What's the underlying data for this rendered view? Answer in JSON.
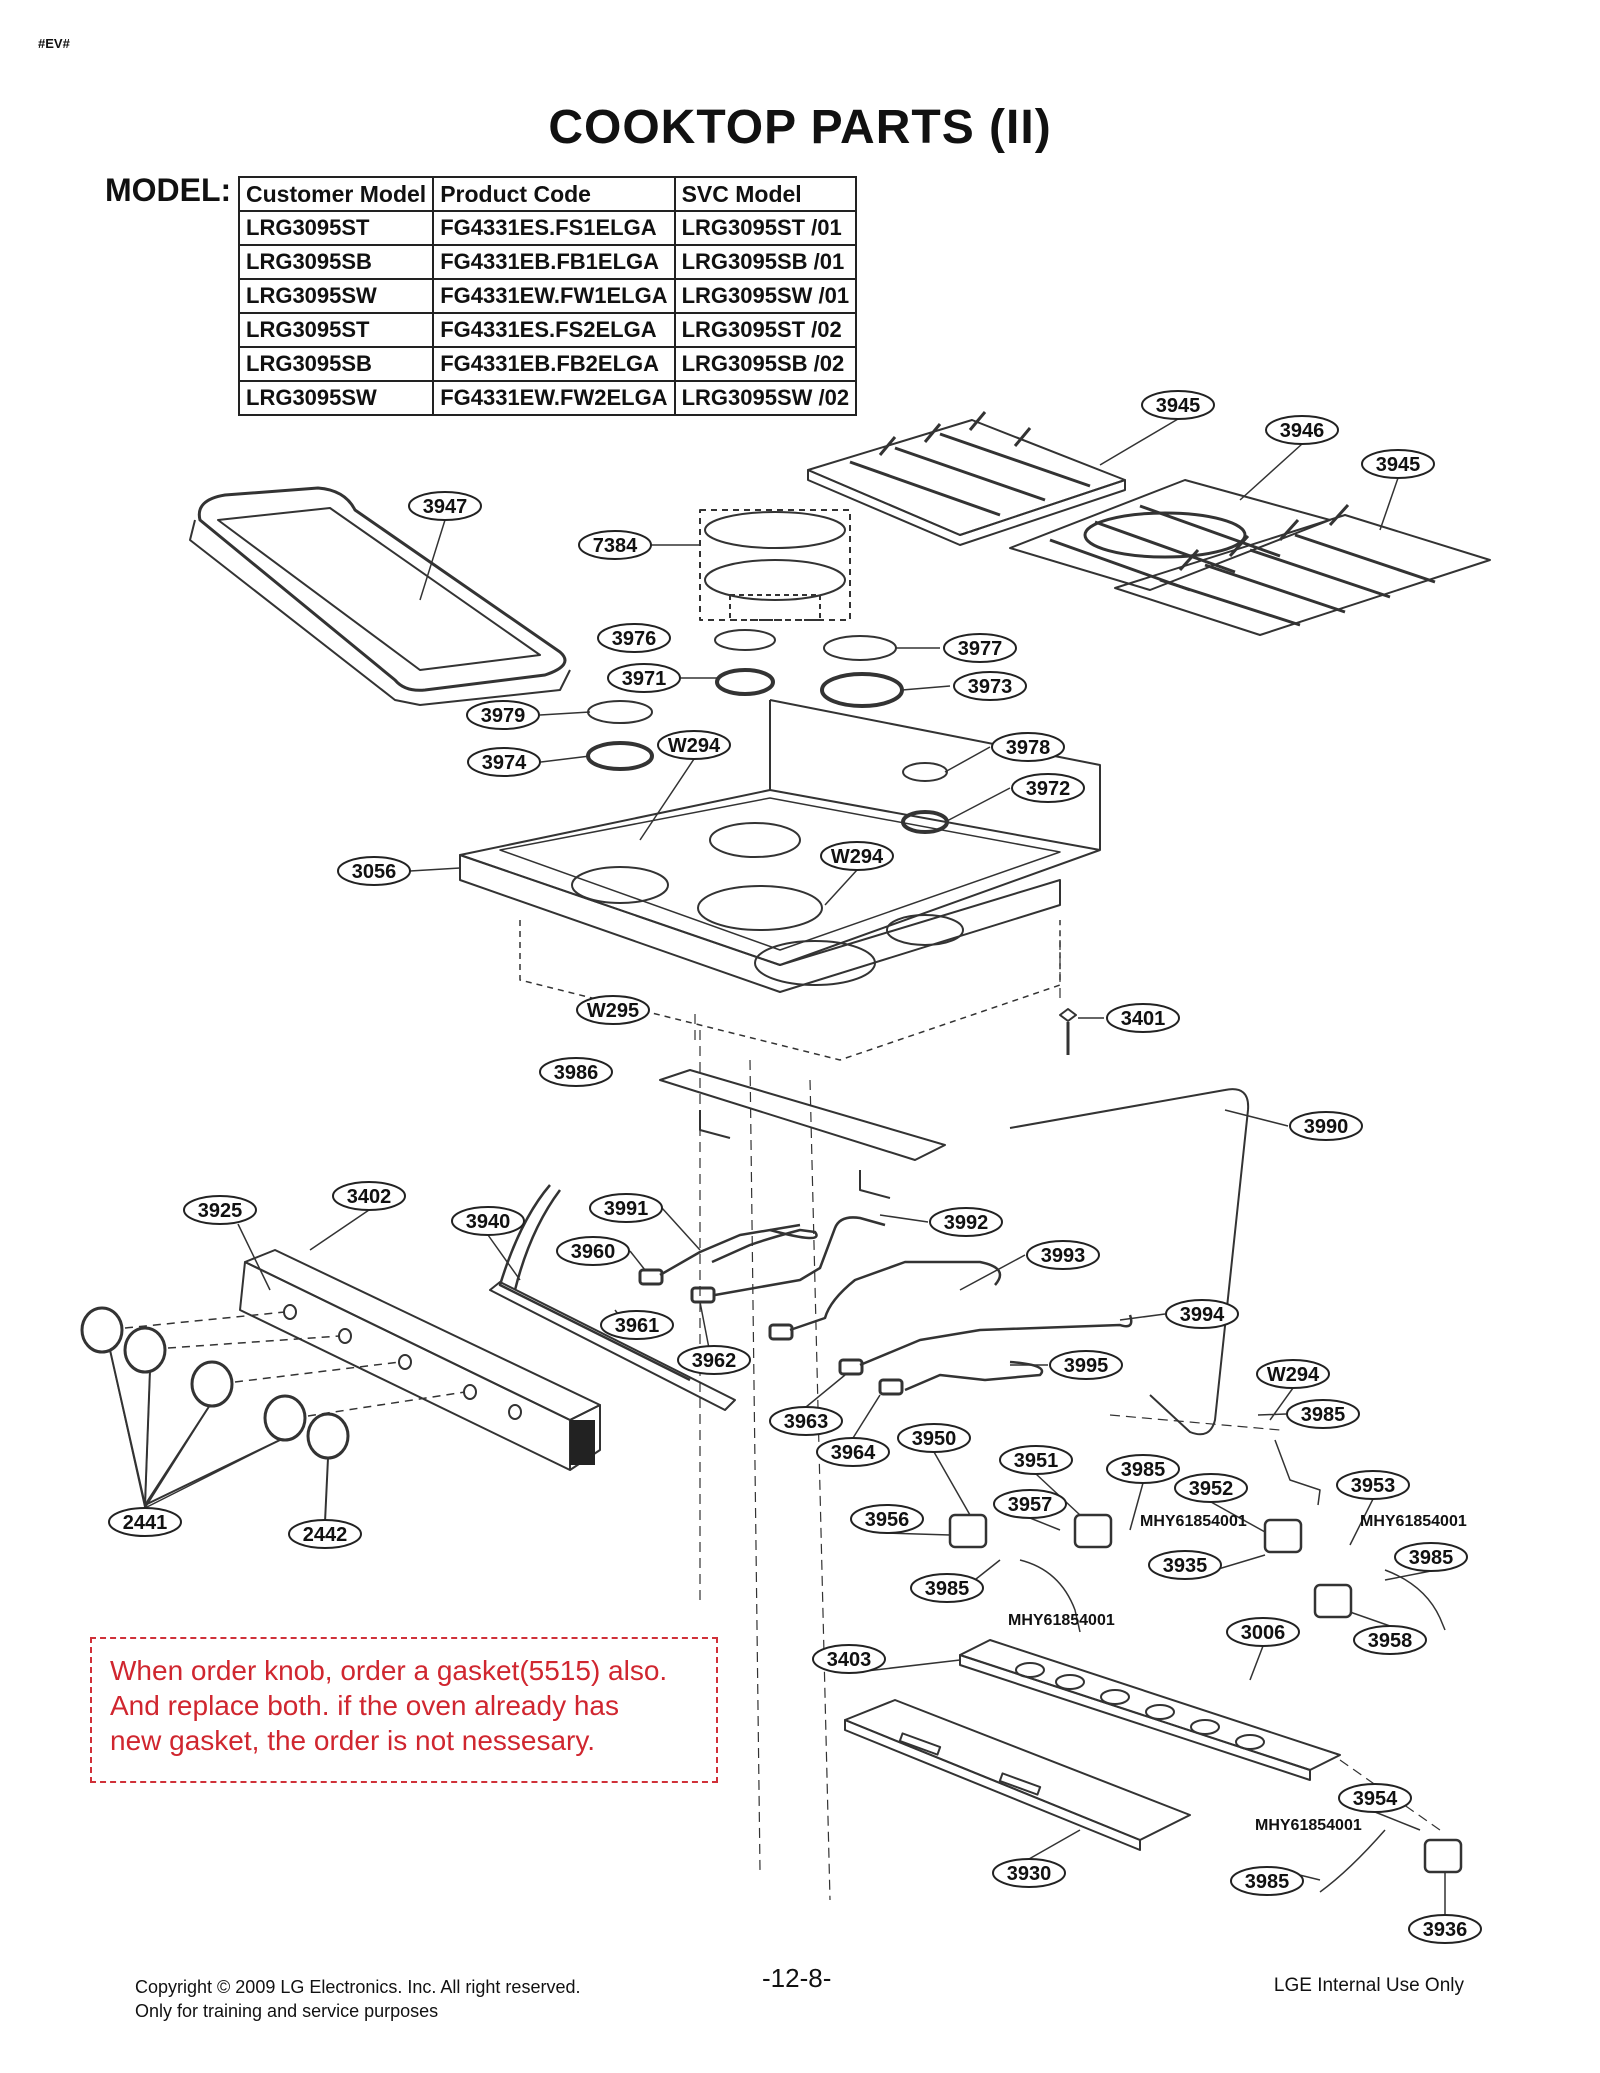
{
  "page_tag": "#EV#",
  "title": "COOKTOP PARTS (II)",
  "model_label": "MODEL:",
  "model_table": {
    "headers": [
      "Customer Model",
      "Product Code",
      "SVC Model"
    ],
    "rows": [
      [
        "LRG3095ST",
        "FG4331ES.FS1ELGA",
        "LRG3095ST /01"
      ],
      [
        "LRG3095SB",
        "FG4331EB.FB1ELGA",
        "LRG3095SB /01"
      ],
      [
        "LRG3095SW",
        "FG4331EW.FW1ELGA",
        "LRG3095SW /01"
      ],
      [
        "LRG3095ST",
        "FG4331ES.FS2ELGA",
        "LRG3095ST /02"
      ],
      [
        "LRG3095SB",
        "FG4331EB.FB2ELGA",
        "LRG3095SB /02"
      ],
      [
        "LRG3095SW",
        "FG4331EW.FW2ELGA",
        "LRG3095SW /02"
      ]
    ]
  },
  "callouts": [
    "3945",
    "3946",
    "3945",
    "3947",
    "7384",
    "3976",
    "3977",
    "3971",
    "3973",
    "3979",
    "W294",
    "3974",
    "3978",
    "3972",
    "3056",
    "W294",
    "W295",
    "3401",
    "3986",
    "3990",
    "3925",
    "3402",
    "3940",
    "3991",
    "3992",
    "3960",
    "3993",
    "3994",
    "3961",
    "3962",
    "3995",
    "W294",
    "3985",
    "3963",
    "3950",
    "3964",
    "3951",
    "3985",
    "3957",
    "3956",
    "3952",
    "3953",
    "3935",
    "3985",
    "3985",
    "3006",
    "3958",
    "3403",
    "3954",
    "3930",
    "3985",
    "3936",
    "2441",
    "2442"
  ],
  "part_codes": [
    "MHY61854001",
    "MHY61854001",
    "MHY61854001",
    "MHY61854001"
  ],
  "note": {
    "lines": [
      "When order knob, order a gasket(5515) also.",
      "And replace both.  if the oven already has",
      "new gasket, the order is not nessesary."
    ],
    "color": "#d0262f"
  },
  "footer": {
    "copyright": "Copyright © 2009 LG Electronics. Inc. All right reserved.",
    "training": "Only for training and service purposes",
    "page": "-12-8-",
    "internal": "LGE Internal Use Only"
  }
}
